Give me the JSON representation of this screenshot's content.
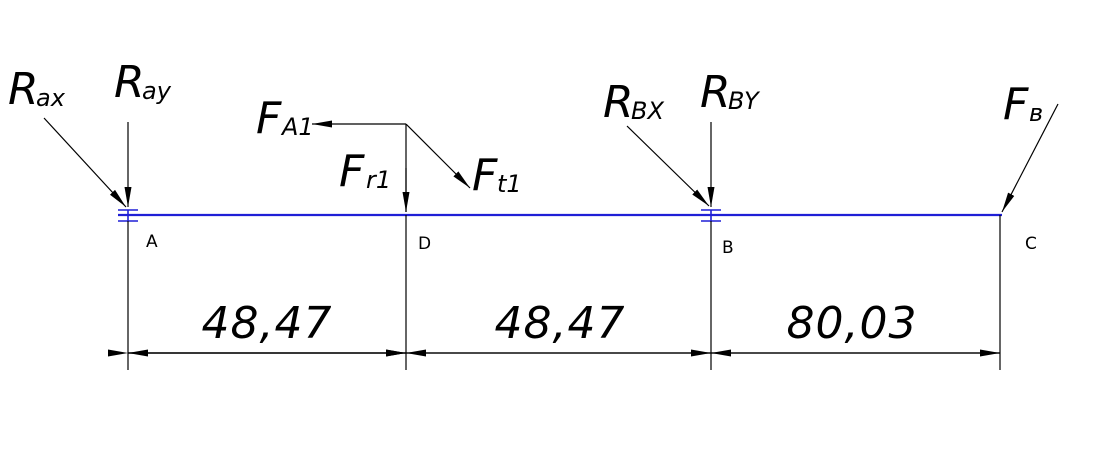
{
  "diagram": {
    "points": {
      "A": "A",
      "D": "D",
      "B": "B",
      "C": "C"
    },
    "forces": [
      {
        "id": "rax",
        "main": "R",
        "sub": "ax"
      },
      {
        "id": "ray",
        "main": "R",
        "sub": "ay"
      },
      {
        "id": "fa1",
        "main": "F",
        "sub": "A1"
      },
      {
        "id": "fr1",
        "main": "F",
        "sub": "r1"
      },
      {
        "id": "ft1",
        "main": "F",
        "sub": "t1"
      },
      {
        "id": "rbx",
        "main": "R",
        "sub": "BX"
      },
      {
        "id": "rby",
        "main": "R",
        "sub": "BY"
      },
      {
        "id": "fv",
        "main": "F",
        "sub": "в"
      }
    ],
    "dimensions": [
      "48,47",
      "48,47",
      "80,03"
    ],
    "colors": {
      "beam": "#1f1fd6",
      "lines": "#000000"
    }
  }
}
